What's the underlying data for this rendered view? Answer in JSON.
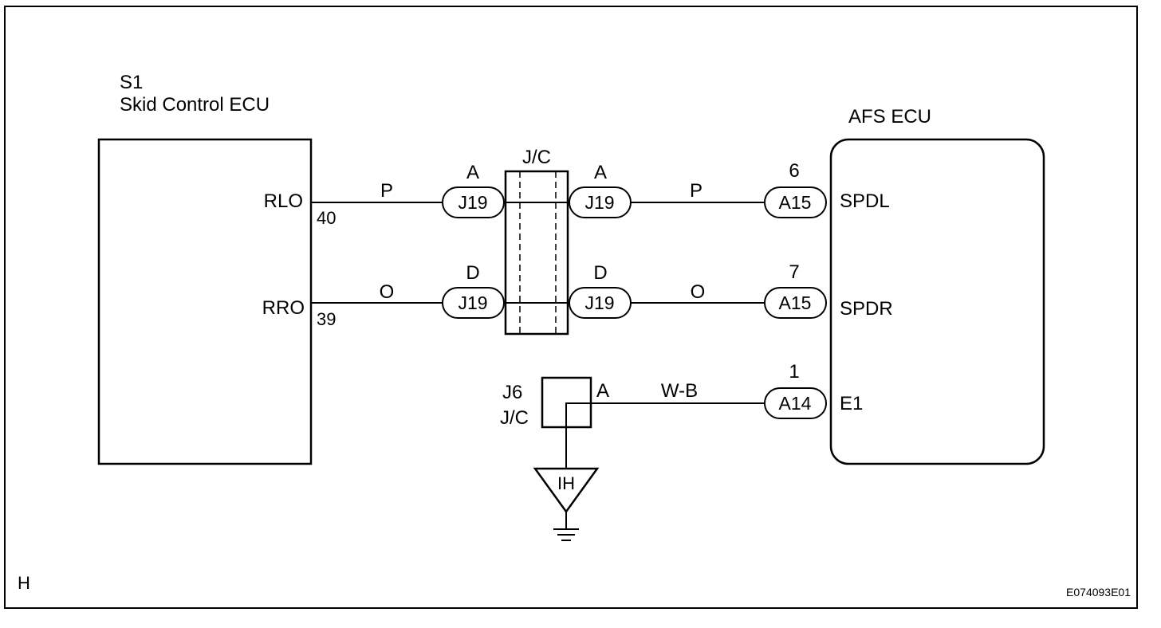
{
  "skid_ecu": {
    "ref": "S1",
    "name": "Skid Control ECU",
    "pin_rlo": "RLO",
    "pin_rro": "RRO",
    "pin_rlo_num": "40",
    "pin_rro_num": "39"
  },
  "afs_ecu": {
    "name": "AFS ECU",
    "pin_spdl": "SPDL",
    "pin_spdr": "SPDR",
    "pin_e1": "E1"
  },
  "junction": {
    "label": "J/C",
    "top_left": {
      "pin": "A",
      "code": "J19"
    },
    "top_right": {
      "pin": "A",
      "code": "J19"
    },
    "bottom_left": {
      "pin": "D",
      "code": "J19"
    },
    "bottom_right": {
      "pin": "D",
      "code": "J19"
    }
  },
  "wires": {
    "p1": "P",
    "p2": "P",
    "o1": "O",
    "o2": "O",
    "wb": "W-B"
  },
  "afs_connectors": {
    "spdl": {
      "pin": "6",
      "code": "A15"
    },
    "spdr": {
      "pin": "7",
      "code": "A15"
    },
    "e1": {
      "pin": "1",
      "code": "A14"
    }
  },
  "j6": {
    "ref": "J6",
    "type": "J/C",
    "pin": "A"
  },
  "ground": {
    "label": "IH"
  },
  "footer": {
    "left": "H",
    "code": "E074093E01"
  }
}
